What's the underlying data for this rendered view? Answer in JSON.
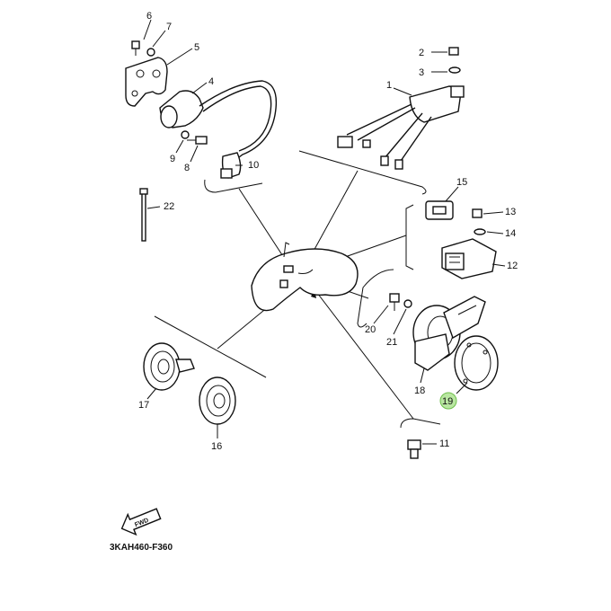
{
  "diagram_code": "3KAH460-F360",
  "fwd_label": "FWD",
  "highlight_color": "#b9e7a1",
  "callouts": {
    "p1": "1",
    "p2": "2",
    "p3": "3",
    "p4": "4",
    "p5": "5",
    "p6": "6",
    "p7": "7",
    "p8": "8",
    "p9": "9",
    "p10": "10",
    "p11": "11",
    "p12": "12",
    "p13": "13",
    "p14": "14",
    "p15": "15",
    "p16": "16",
    "p17": "17",
    "p18": "18",
    "p19": "19",
    "p20": "20",
    "p21": "21",
    "p22": "22"
  },
  "highlighted_part": "19"
}
